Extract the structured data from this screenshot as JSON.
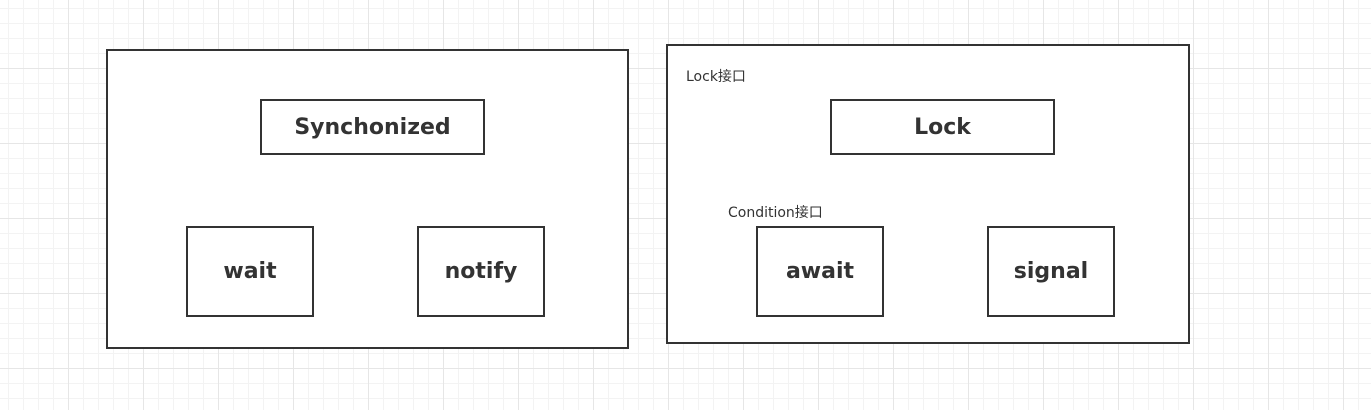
{
  "colors": {
    "stroke": "#333333",
    "text": "#333333",
    "background": "#ffffff",
    "grid": "#e6e6e6"
  },
  "left_group": {
    "top": "Synchonized",
    "left_child": "wait",
    "right_child": "notify"
  },
  "right_group": {
    "caption": "Lock接口",
    "top": "Lock",
    "sub_caption": "Condition接口",
    "left_child": "await",
    "right_child": "signal"
  }
}
